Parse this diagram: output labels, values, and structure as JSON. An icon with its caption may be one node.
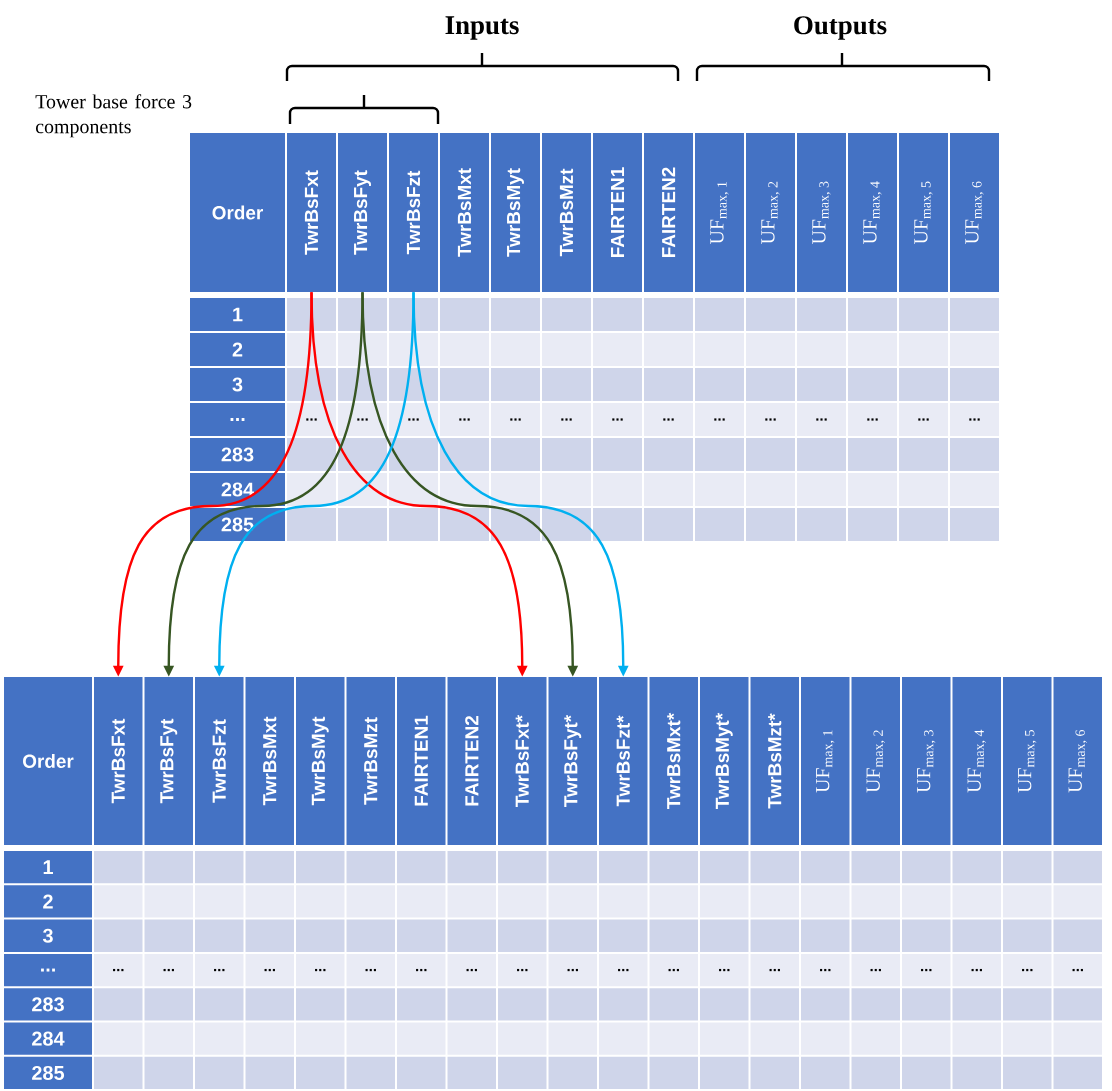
{
  "diagram": {
    "nodes": [
      {
        "text": [
          "Order"
        ]
      },
      {
        "text": [
          "TwrBsFxt"
        ]
      },
      {
        "text": [
          "TwrBsFyt"
        ]
      },
      {
        "text": [
          "TwrBsFzt"
        ]
      },
      {
        "text": [
          "TwrBsMxt"
        ]
      },
      {
        "text": [
          "TwrBsMyt"
        ]
      },
      {
        "text": [
          "TwrBsMzt"
        ]
      },
      {
        "text": [
          "FAIRTEN1"
        ]
      },
      {
        "text": [
          "FAIRTEN2"
        ]
      },
      {
        "text": [
          "UF$_{max, 1}$"
        ]
      },
      {
        "text": [
          "UF$_{max, 2}$"
        ]
      },
      {
        "text": [
          "UF$_{max, 3}$"
        ]
      },
      {
        "text": [
          "UF$_{max, 4}$"
        ]
      },
      {
        "text": [
          "UF$_{max, 5}$"
        ]
      },
      {
        "text": [
          "UF$_{max, 6}$"
        ]
      },
      {
        "text": [
          "Order"
        ]
      },
      {
        "text": [
          "TwrBsFxt"
        ]
      },
      {
        "text": [
          "TwrBsFyt"
        ]
      },
      {
        "text": [
          "TwrBsFzt"
        ]
      },
      {
        "text": [
          "TwrBsMxt"
        ]
      },
      {
        "text": [
          "TwrBsMyt"
        ]
      },
      {
        "text": [
          "TwrBsMzt"
        ]
      },
      {
        "text": [
          "FAIRTEN1"
        ]
      },
      {
        "text": [
          "FAIRTEN2"
        ]
      },
      {
        "text": [
          "TwrBsFxt*"
        ]
      },
      {
        "text": [
          "TwrBsFyt*"
        ]
      },
      {
        "text": [
          "TwrBsFzt*"
        ]
      },
      {
        "text": [
          "TwrBsMxt*"
        ]
      },
      {
        "text": [
          "TwrBsMyt*"
        ]
      },
      {
        "text": [
          "TwrBsMzt*"
        ]
      },
      {
        "text": [
          "UF$_{max, 1}$"
        ]
      },
      {
        "text": [
          "UF$_{max, 2}$"
        ]
      },
      {
        "text": [
          "UF$_{max, 3}$"
        ]
      },
      {
        "text": [
          "UF$_{max, 4}$"
        ]
      },
      {
        "text": [
          "UF$_{max, 5}$"
        ]
      },
      {
        "text": [
          "UF$_{max, 6}$"
        ]
      }
    ],
    "edges": [
      {
        "from": 1,
        "to": 16,
        "arrow": "to",
        "color": "#ff0000"
      },
      {
        "from": 1,
        "to": 24,
        "arrow": "to",
        "color": "#ff0000"
      },
      {
        "from": 2,
        "to": 17,
        "arrow": "to",
        "color": "#375623"
      },
      {
        "from": 2,
        "to": 25,
        "arrow": "to",
        "color": "#375623"
      },
      {
        "from": 3,
        "to": 18,
        "arrow": "to",
        "color": "#00b0f0"
      },
      {
        "from": 3,
        "to": 26,
        "arrow": "to",
        "color": "#00b0f0"
      }
    ],
    "labels": [
      "Inputs",
      "Outputs",
      "Tower base force 3 components",
      "1",
      "2",
      "3",
      "...",
      "...",
      "...",
      "...",
      "...",
      "...",
      "...",
      "...",
      "...",
      "...",
      "...",
      "...",
      "...",
      "...",
      "...",
      "283",
      "284",
      "285",
      "1",
      "2",
      "3",
      "...",
      "...",
      "...",
      "...",
      "...",
      "...",
      "...",
      "...",
      "...",
      "...",
      "...",
      "...",
      "...",
      "...",
      "...",
      "...",
      "...",
      "...",
      "...",
      "...",
      "...",
      "283",
      "284",
      "285"
    ]
  }
}
